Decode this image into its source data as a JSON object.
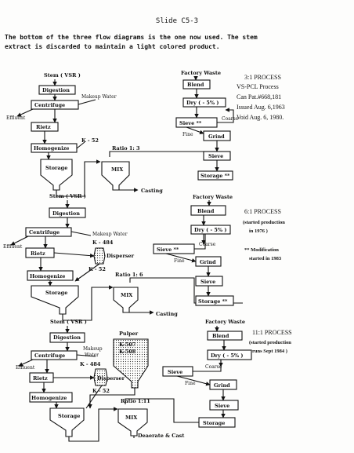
{
  "header": {
    "title": "Slide C5-3",
    "intro": "The bottom of the three flow diagrams is the one now used.  The stem\nextract is discarded to maintain a light colored product."
  },
  "diagram1": {
    "stem": "Stem ( VSR )",
    "digestion": "Digestion",
    "centrifuge": "Centrifuge",
    "makeup_water": "Makeup Water",
    "effluent": "Effluent",
    "rietz": "Rietz",
    "homogenize": "Homogenize",
    "k52": "K - 52",
    "storage": "Storage",
    "ratio": "Ratio 1: 3",
    "mix": "MIX",
    "casting": "Casting",
    "factory_waste": "Factory Waste",
    "blend": "Blend",
    "dry": "Dry ( - 5% )",
    "sieve": "Sieve **",
    "coarse": "Coarse",
    "fine": "Fine",
    "grind": "Grind",
    "sieve2": "Sieve",
    "storage2": "Storage **",
    "process_lines": [
      "3:1 PROCESS",
      "VS-PCL Process",
      "Can Pat.#668,181",
      "Issued Aug. 6,1963",
      "Void Aug. 6, 1980."
    ]
  },
  "diagram2": {
    "stem": "Stem ( VSR )",
    "digestion": "Digestion",
    "centrifuge": "Centrifuge",
    "makeup_water": "Makeup Water",
    "effluent": "Effluent",
    "k484": "K - 484",
    "rietz": "Rietz",
    "disperser": "Disperser",
    "k52": "K - 52",
    "homogenize": "Homogenize",
    "storage": "Storage",
    "ratio": "Ratio 1: 6",
    "mix": "MIX",
    "casting": "Casting",
    "factory_waste": "Factory Waste",
    "blend": "Blend",
    "dry": "Dry ( - 5% )",
    "sieve": "Sieve **",
    "coarse": "Coarse",
    "fine": "Fine",
    "grind": "Grind",
    "sieve2": "Sieve",
    "storage2": "Storage **",
    "process_lines": [
      "6:1 PROCESS",
      "(started production",
      "in 1976 )"
    ],
    "modification_lines": [
      "** Modification",
      "started in 1983"
    ]
  },
  "diagram3": {
    "stem": "Stem ( VSR )",
    "digestion": "Digestion",
    "centrifuge": "Centrifuge",
    "makeup_water": [
      "Makeup",
      "Water"
    ],
    "effluent": "Effluent",
    "k484": "K - 484",
    "rietz": "Rietz",
    "disperser": "Disperser",
    "k52": "K - 52",
    "homogenize": "Homogenize",
    "pulper": "Pulper",
    "k507": "K-507",
    "k508": "K-508",
    "storage": "Storage",
    "ratio": "Ratio 1:11",
    "mix": "MIX",
    "deaerate": "Deaerate & Cast",
    "factory_waste": "Factory Waste",
    "blend": "Blend",
    "dry": "Dry ( - 5% )",
    "sieve": "Sieve",
    "coarse": "Coarse",
    "fine": "Fine",
    "grind": "Grind",
    "sieve2": "Sieve",
    "storage2": "Storage",
    "process_lines": [
      "11:1 PROCESS",
      "(started production",
      "runs Sept 1984 )"
    ]
  }
}
